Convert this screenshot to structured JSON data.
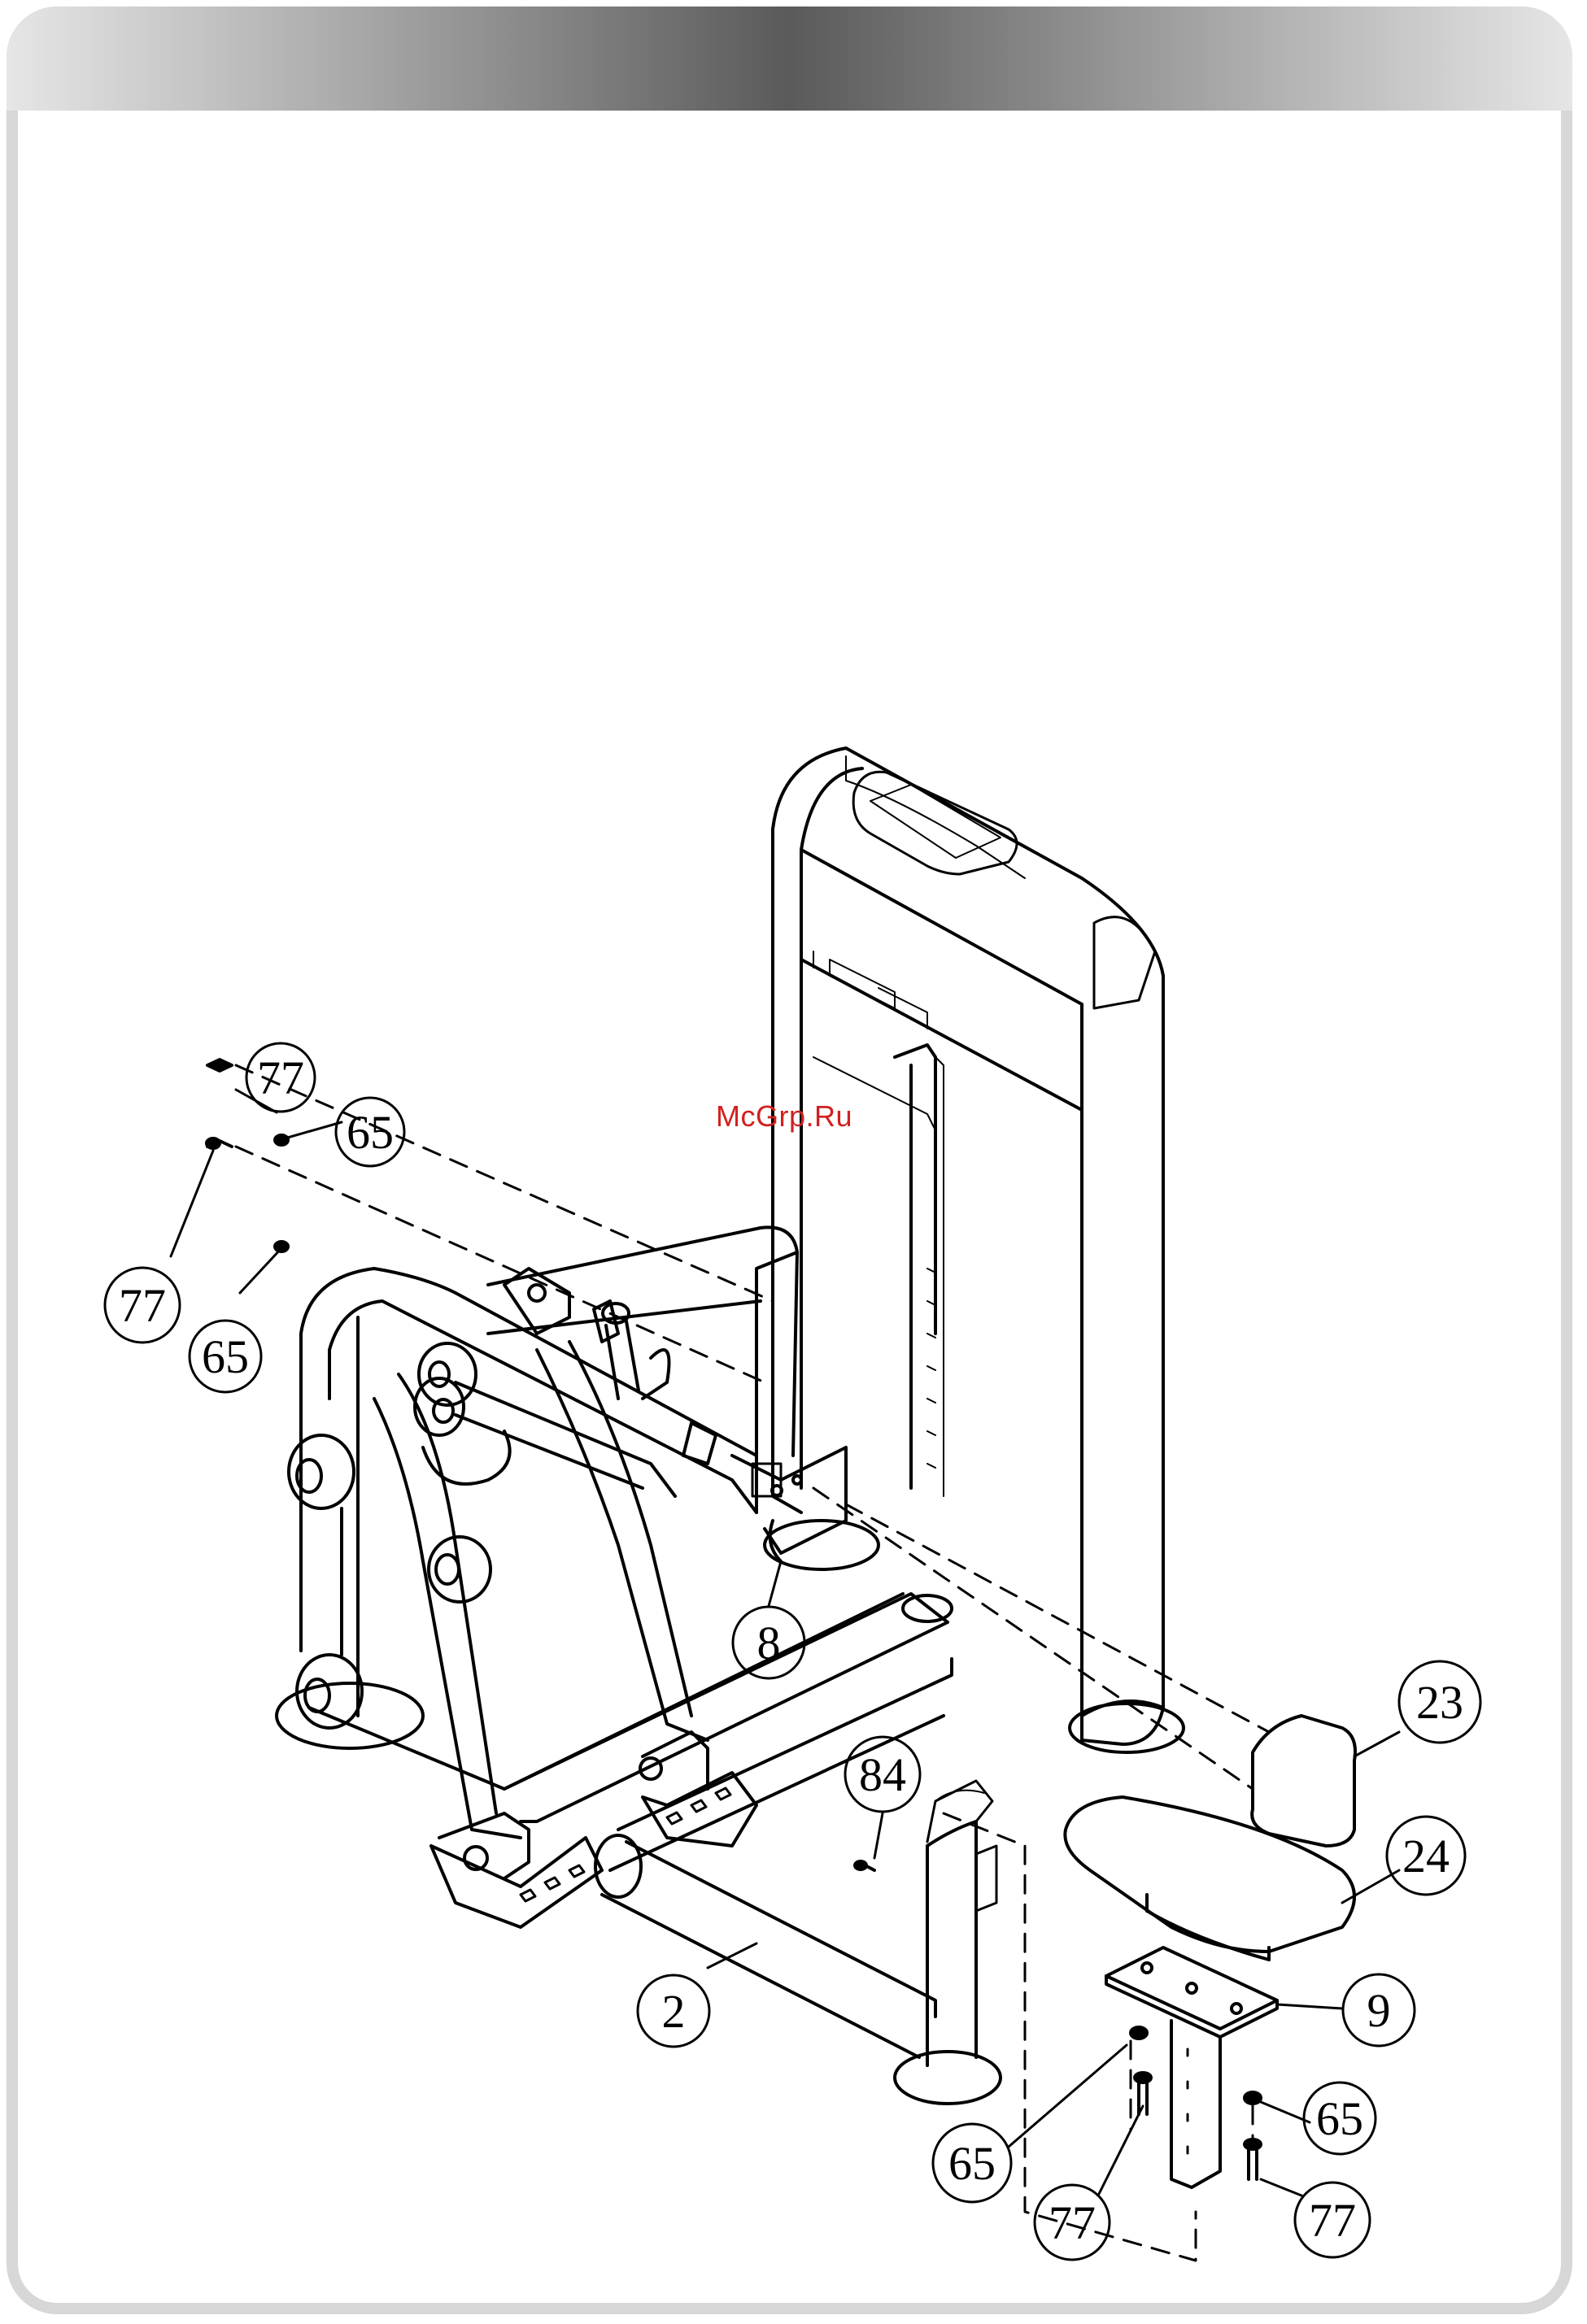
{
  "watermark": "McGrp.Ru",
  "callouts": [
    {
      "id": "c77a",
      "label": "77"
    },
    {
      "id": "c65a",
      "label": "65"
    },
    {
      "id": "c77b",
      "label": "77"
    },
    {
      "id": "c65b",
      "label": "65"
    },
    {
      "id": "c8",
      "label": "8"
    },
    {
      "id": "c84",
      "label": "84"
    },
    {
      "id": "c23",
      "label": "23"
    },
    {
      "id": "c24",
      "label": "24"
    },
    {
      "id": "c2",
      "label": "2"
    },
    {
      "id": "c9",
      "label": "9"
    },
    {
      "id": "c65c",
      "label": "65"
    },
    {
      "id": "c65d",
      "label": "65"
    },
    {
      "id": "c77c",
      "label": "77"
    },
    {
      "id": "c77d",
      "label": "77"
    }
  ],
  "colors": {
    "ink": "#000000",
    "frame": "#d7d7d7",
    "watermark": "#d21f1f"
  }
}
